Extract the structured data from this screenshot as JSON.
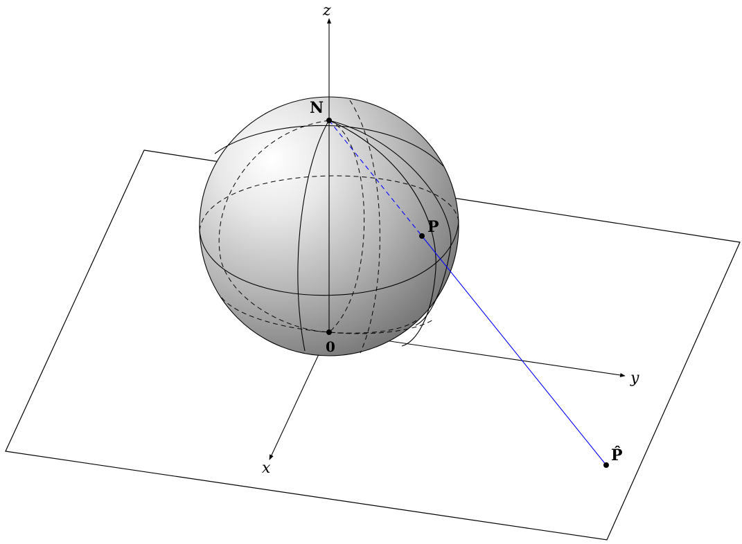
{
  "figure": {
    "axes": {
      "x_label": "x",
      "y_label": "y",
      "z_label": "z"
    },
    "points": {
      "north": "N",
      "origin": "0",
      "sphere_point": "P",
      "projected_point": "P̂"
    },
    "colors": {
      "projection_line": "#0000ff",
      "sphere_light": "#ffffff",
      "sphere_dark": "#6e6e6e",
      "ink": "#000000"
    }
  }
}
